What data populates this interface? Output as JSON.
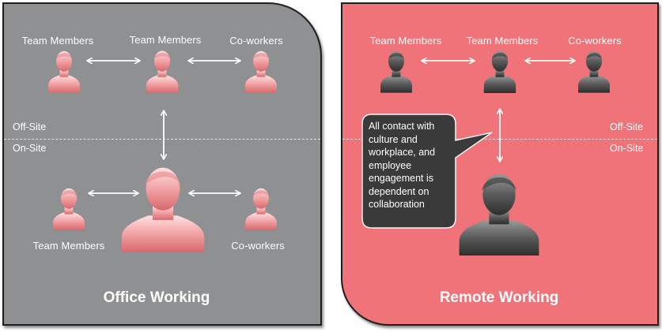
{
  "panels": {
    "office": {
      "title": "Office Working",
      "off_site": "Off-Site",
      "on_site": "On-Site",
      "labels": {
        "top_left": "Team Members",
        "top_center": "Team Members",
        "top_right": "Co-workers",
        "bottom_left": "Team Members",
        "bottom_right": "Co-workers"
      },
      "person_color": "#f2a4a6"
    },
    "remote": {
      "title": "Remote Working",
      "off_site": "Off-Site",
      "on_site": "On-Site",
      "labels": {
        "top_left": "Team Members",
        "top_center": "Team Members",
        "top_right": "Co-workers"
      },
      "callout": "All contact with culture and workplace, and employee engagement is dependent on collaboration",
      "person_color": "#5c5c5c"
    }
  },
  "colors": {
    "office_background": "#8e9092",
    "remote_background": "#f0737a",
    "callout_background": "#3a3a3a"
  }
}
